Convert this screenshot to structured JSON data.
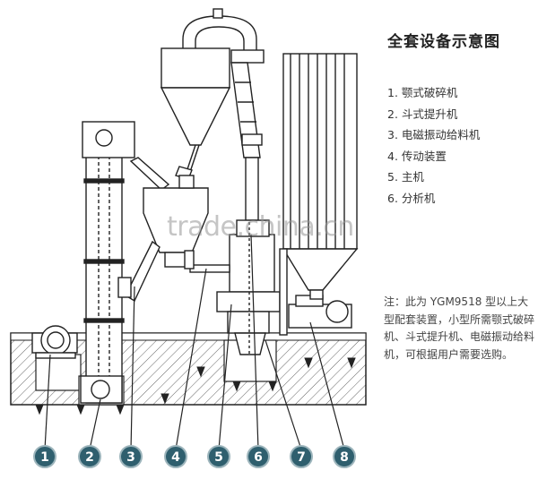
{
  "title": "全套设备示意图",
  "legend": [
    "1. 颚式破碎机",
    "2. 斗式提升机",
    "3. 电磁振动给料机",
    "4. 传动装置",
    "5. 主机",
    "6. 分析机"
  ],
  "note": "注：此为 YGM9518 型以上大型配套装置，小型所需颚式破碎机、斗式提升机、电磁振动给料机，可根据用户需要选购。",
  "watermark": "trade.china.cn",
  "badges": [
    "1",
    "2",
    "3",
    "4",
    "5",
    "6",
    "7",
    "8"
  ],
  "colors": {
    "badge": "#2f5f6e",
    "line": "#222222",
    "hatch": "#555555"
  }
}
